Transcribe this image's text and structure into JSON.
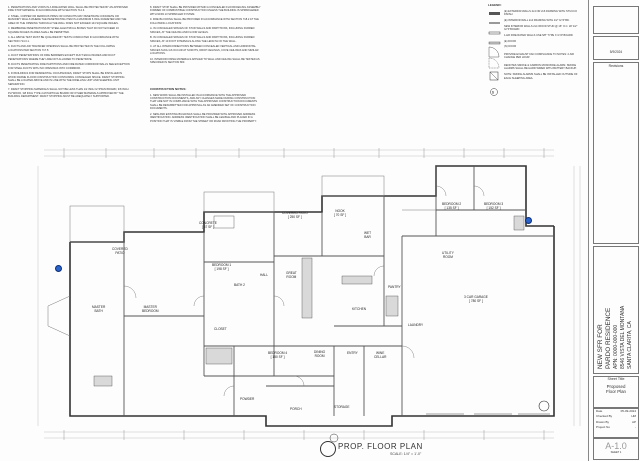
{
  "notes": {
    "col1": [
      "1. PENETRATIONS AND VOIDS IN A FIRE-RATED WALL SHALL BE PROTECTED BY AN APPROVED FIRE STOP MATERIAL IN ACCORDANCE WITH SECTION 714.3.",
      "2. STEEL, COPPER OR FERROUS PIPES OR CONDUITS MAY PENETRATE CONCRETE OR MASONRY WALLS WHERE THE PENETRATING ITEM IS A MAXIMUM 6 INCH DIAMETER AND THE AREA OF THE OPENING THROUGH THE WALL DOES NOT EXCEED 144 SQUARE INCHES.",
      "3. MEMBRANE PENETRATIONS BY STEEL ELECTRICAL BOXES THAT DO NOT EXCEED 16 SQUARE INCHES IN AREA SHALL BE PERMITTED.",
      "4. ALL ABOVE TEST MUST BE QUALIFIED BY TESTS CONDUCTED IN ACCORDANCE WITH SECTION 714.3.1.",
      "5. DUCTS AND AIR TRANSFER OPENINGS SHALL BE PROTECTED IN THE FOLLOWING LOCATIONS PER SECTION 717.5:",
      "A. DUCT PENETRATIONS OF FIRE BARRIERS EXCEPT DUCT ENCLOSURES AND DUCT PENETRATIONS WHERE THEY ARE NOT ALLOWED TO PENETRATE.",
      "B. DUCTS PENETRATING FIRE PARTITIONS AND FIRE RATED CORRIDOR WALLS SEE EXCEPTION FOR STEEL DUCTS WITH NO OPENINGS INTO CORRIDOR.",
      "6. IN BUILDINGS FOR RESIDENTIAL OCCUPANCIES, DRAFT STOPS SHALL BE INSTALLED IN WOOD FRAME FLOOR CONSTRUCTION CONTAINING CONCEALED SPACE. DRAFT STOPPING SHALL BE LOCATED ABOVE AND IN LINE WITH THE DWELLING UNIT AND SLEEPING UNIT SEPARATION.",
      "7. DRAFT STOPPING MATERIALS SHALL NOT BE LESS THAN 1/2 INCH GYPSUM BOARD, 3/8 INCH PLYWOOD, 3/8 INCH TYPE 2-M PARTICLE BOARD OR OTHER MATERIALS APPROVED BY THE BUILDING DEPARTMENT. DRAFT STOPPING MUST BE ADEQUATELY SUPPORTED."
    ],
    "col2": [
      "8. DRAFT STOP SHALL BE PROVIDED WITHIN A CONCEALED FLOOR/CEILING ASSEMBLY FORMED OF COMBUSTIBLE CONSTRUCTION UNLESS THE BUILDING IS SPRINKLERED WITH NFPA 13 SPRINKLER SYSTEM.",
      "9. FIRE BLOCKING SHALL BE PROVIDED IN ACCORDANCE WITH SECTION 718.2 AT THE FOLLOWING LOCATIONS:",
      "A. IN CONCEALED SPACES OF STUD WALLS AND PARTITIONS, INCLUDING FURRED SPACES, AT THE CEILING AND FLOOR LEVELS.",
      "B. IN CONCEALED SPACES OF STUD WALLS AND PARTITIONS, INCLUDING FURRED SPACES, AT 10 FOOT INTERVALS ALONG THE LENGTH OF THE WALL.",
      "C. AT ALL INTERCONNECTIONS BETWEEN CONCEALED VERTICAL AND HORIZONTAL SPACES SUCH AS OCCUR AT SOFFITS, DROP CEILINGS, COVE CEILINGS AND SIMILAR LOCATIONS.",
      "10. INTERIOR FINISH MATERIALS APPLIED TO WALL AND CEILING SHALL BE TESTED AS SPECIFIED IN SECTION 803."
    ],
    "col3": [
      "CONSTRUCTION NOTES:",
      "1. NEW WORK SHALL BE INSTALLED IN ACCORDANCE WITH THE APPROVED CONSTRUCTION DOCUMENTS, AND ANY CHANGES MADE DURING CONSTRUCTION THAT ARE NOT IN COMPLIANCE WITH THE APPROVED CONSTRUCTION DOCUMENTS SHALL BE RESUBMITTED FOR APPROVAL AS AN AMENDED SET OF CONSTRUCTION DOCUMENTS.",
      "2. NEW AND EXISTING BUILDINGS SHALL BE PROVIDED WITH APPROVED ADDRESS IDENTIFICATION. ADDRESS IDENTIFICATION SHALL BE LEGIBLE AND PLACED IN A POSITION THAT IS VISIBLE FROM THE STREET OR ROAD FRONTING THE PROPERTY."
    ]
  },
  "legend": {
    "title": "LEGEND:",
    "items": [
      "(E) EXTERIOR WALLS 2x4 OR 2x6 FRAMING WITH STUCCO FINISH",
      "(E) INTERIOR WALL 2x4 FRAMING WITH 1/2\" GYP BD.",
      "NEW INTERIOR WALLS 2x4 WOOD STUD @ 16\" O.C. W/ 1/2\" GYP BOARD",
      "1-HR FIRE RATED WALLS USE 5/8\" TYPE X GYP BOARD",
      "(E) DOOR",
      "(N) DOOR",
      "PROVIDE EXHAUST FAN COMPLIANCE TO NOTES: 2 AIR CHANGE PER HOUR",
      "DENOTES SMOKE & CARBON MONOXIDE ALARM. SMOKE ALARMS SHALL BE HARD WIRED WITH BATTERY BACKUP.",
      "NOTE: SMOKE ALARMS SHALL BE INSTALLED OUTSIDE OF EACH SLEEPING AREA."
    ]
  },
  "rooms": {
    "covered_patio_left": [
      "COVERED",
      "PATIO"
    ],
    "concrete": [
      "CONCRETE",
      "[ 67 SF ]"
    ],
    "covered_patio_mid": [
      "COVERED PATIO",
      "[ 250 SF ]"
    ],
    "nook": [
      "NOOK",
      "[ 70 SF ]"
    ],
    "wet_bar": [
      "WET",
      "BAR"
    ],
    "bedroom2": [
      "BEDROOM 2",
      "[ 135 SF ]"
    ],
    "bedroom3": [
      "BEDROOM 3",
      "[ 152 SF ]"
    ],
    "bedroom1": [
      "BEDROOM 1",
      "[ 198 SF ]"
    ],
    "master_bedroom": [
      "MASTER",
      "BEDROOM"
    ],
    "master_bath": [
      "MASTER",
      "BATH"
    ],
    "hall": [
      "HALL"
    ],
    "great_room": [
      "GREAT",
      "ROOM"
    ],
    "bath2": [
      "BATH 2"
    ],
    "kitchen": [
      "KITCHEN"
    ],
    "pantry": [
      "PANTRY"
    ],
    "closet": [
      "CLOSET"
    ],
    "garage": [
      "3 CAR GARAGE",
      "[ 780 SF ]"
    ],
    "laundry": [
      "LAUNDRY"
    ],
    "bedroom4": [
      "BEDROOM 4",
      "[ 150 SF ]"
    ],
    "dining": [
      "DINING",
      "ROOM"
    ],
    "entry": [
      "ENTRY"
    ],
    "wine_cellar": [
      "WINE",
      "CELLAR"
    ],
    "powder": [
      "POWDER"
    ],
    "porch": [
      "PORCH"
    ],
    "storage": [
      "STORAGE"
    ],
    "utility": [
      "UTILITY",
      "ROOM"
    ]
  },
  "plan_title": "PROP. FLOOR PLAN",
  "plan_scale": "SCALE: 1/4\" = 1'-0\"",
  "titleblock": {
    "date_top": "5/9/2024",
    "revisions_label": "Revisions",
    "project_lines": [
      "NEW SFR FOR",
      "PARDO RESIDENCE",
      "APN: 0000-000-000",
      "8546 VISTA DEL MONTANA",
      "SANTA CLARITA, CA"
    ],
    "sheet_title_label": "Sheet Title",
    "sheet_title": [
      "Proposed",
      "Floor Plan"
    ],
    "fields": [
      {
        "label": "Date",
        "value": "05-09-2024"
      },
      {
        "label": "Checked By",
        "value": "HM"
      },
      {
        "label": "Drawn By",
        "value": "AP"
      },
      {
        "label": "Project No",
        "value": "-"
      }
    ],
    "sheet_number": "A-1.0",
    "sheet_of": "SHEET 1"
  },
  "colors": {
    "line": "#333333",
    "smoke_marker": "#2a63c9",
    "paper": "#fdfdfd"
  }
}
